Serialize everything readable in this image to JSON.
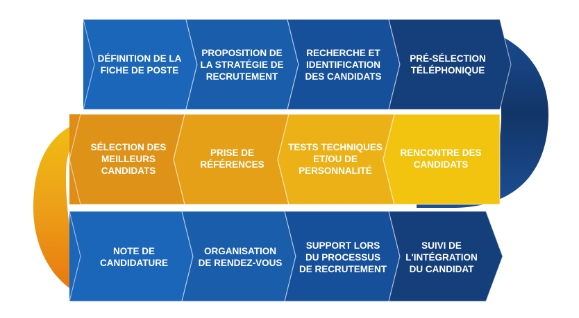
{
  "colors": {
    "blue_light": "#1a62b5",
    "blue_dark": "#143b72",
    "orange": "#e0740f",
    "amber": "#e9a21a",
    "yellow": "#f1c20e"
  },
  "rows": [
    {
      "direction": "right",
      "steps": [
        {
          "label": "DÉFINITION DE LA\nFICHE DE POSTE"
        },
        {
          "label": "PROPOSITION DE\nLA STRATÉGIE DE\nRECRUTEMENT"
        },
        {
          "label": "RECHERCHE ET\nIDENTIFICATION\nDES CANDIDATS"
        },
        {
          "label": "PRÉ-SÉLECTION\nTÉLÉPHONIQUE"
        }
      ]
    },
    {
      "direction": "left",
      "steps": [
        {
          "label": "SÉLECTION DES\nMEILLEURS\nCANDIDATS"
        },
        {
          "label": "PRISE DE\nRÉFÉRENCES"
        },
        {
          "label": "TESTS TECHNIQUES\nET/OU DE\nPERSONNALITÉ"
        },
        {
          "label": "RENCONTRE DES\nCANDIDATS"
        }
      ]
    },
    {
      "direction": "right",
      "steps": [
        {
          "label": "NOTE DE\nCANDIDATURE"
        },
        {
          "label": "ORGANISATION\nDE RENDEZ-VOUS"
        },
        {
          "label": "SUPPORT LORS\nDU PROCESSUS\nDE RECRUTEMENT"
        },
        {
          "label": "SUIVI DE\nL'INTÉGRATION\nDU CANDIDAT"
        }
      ]
    }
  ]
}
